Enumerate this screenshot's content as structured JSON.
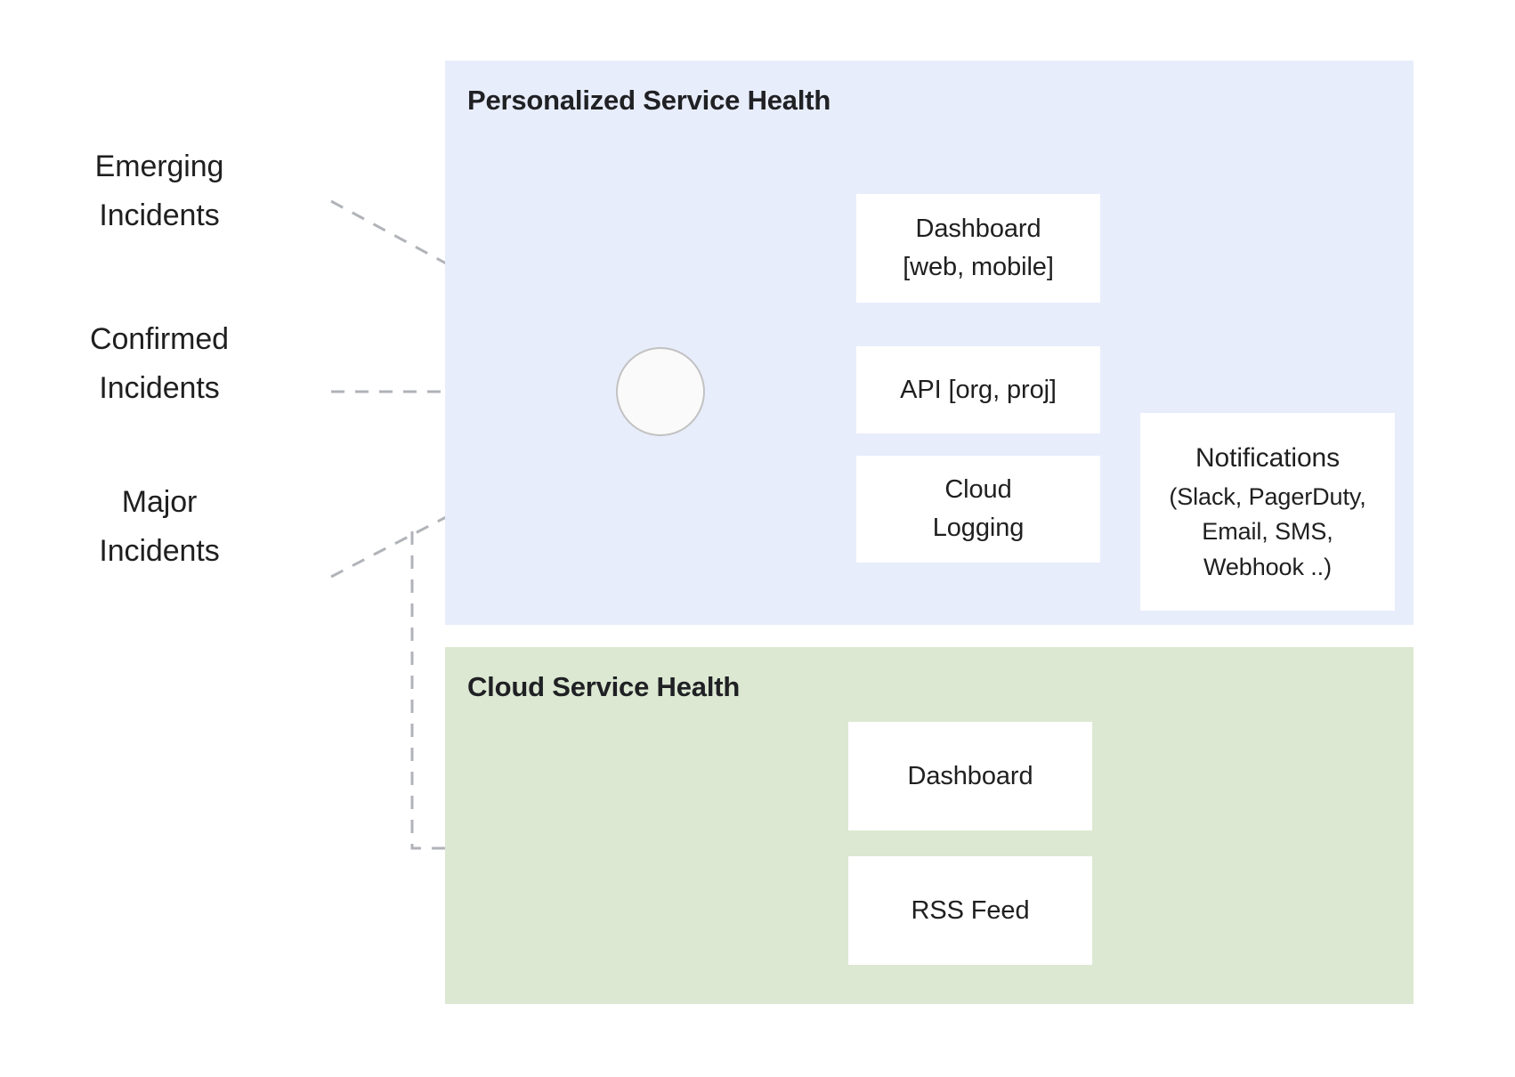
{
  "diagram": {
    "title_blue": "Personalized Service Health",
    "title_green": "Cloud Service Health",
    "colors": {
      "panel_blue": "#e8edfb",
      "panel_green": "#dce8d2",
      "node_fill": "#ffffff",
      "solid_arrow": "#5f6368",
      "dashed_arrow": "#b0b3b8",
      "junction_fill": "#fafafa",
      "junction_stroke": "#c2c2c2",
      "text": "#1f1f1f"
    }
  },
  "sources": [
    {
      "id": "emerging",
      "label": "Emerging\nIncidents"
    },
    {
      "id": "confirmed",
      "label": "Confirmed\nIncidents"
    },
    {
      "id": "major",
      "label": "Major\nIncidents"
    }
  ],
  "personalized": {
    "title": "Personalized Service Health",
    "junction": {
      "name": "aggregation-node",
      "label": ""
    },
    "nodes": [
      {
        "id": "dashboard-web",
        "label": "Dashboard\n[web, mobile]"
      },
      {
        "id": "api",
        "label": "API [org, proj]"
      },
      {
        "id": "cloud-logging",
        "label": "Cloud\nLogging"
      }
    ],
    "notifications": {
      "title": "Notifications",
      "channels": "(Slack, PagerDuty,\nEmail, SMS,\nWebhook ..)"
    }
  },
  "cloud_service_health": {
    "title": "Cloud Service Health",
    "nodes": [
      {
        "id": "dashboard",
        "label": "Dashboard"
      },
      {
        "id": "rss-feed",
        "label": "RSS Feed"
      }
    ]
  }
}
